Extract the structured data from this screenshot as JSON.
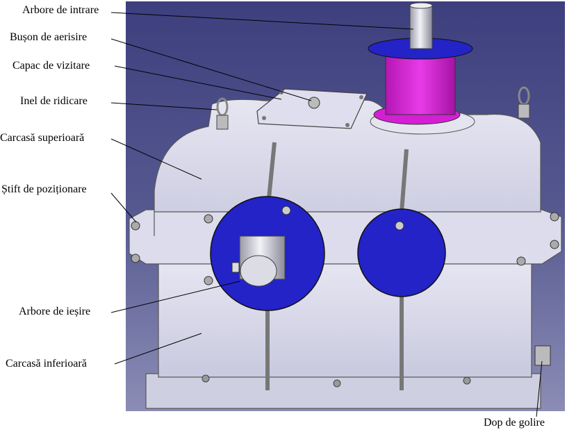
{
  "labels": {
    "input_shaft": "Arbore de intrare",
    "breather_plug": "Bușon de aerisire",
    "inspection_cover": "Capac de vizitare",
    "lifting_ring": "Inel de ridicare",
    "upper_housing": "Carcasă superioară",
    "positioning_pin": "Știft de poziționare",
    "output_shaft": "Arbore de ieșire",
    "lower_housing": "Carcasă inferioară",
    "drain_plug": "Dop de golire"
  },
  "colors": {
    "background_top": "#3d3f7e",
    "background_bottom": "#8b8db6",
    "housing": "#d4d4e6",
    "bearing_cover": "#2323c8",
    "motor_flange": "#d41fd4"
  }
}
